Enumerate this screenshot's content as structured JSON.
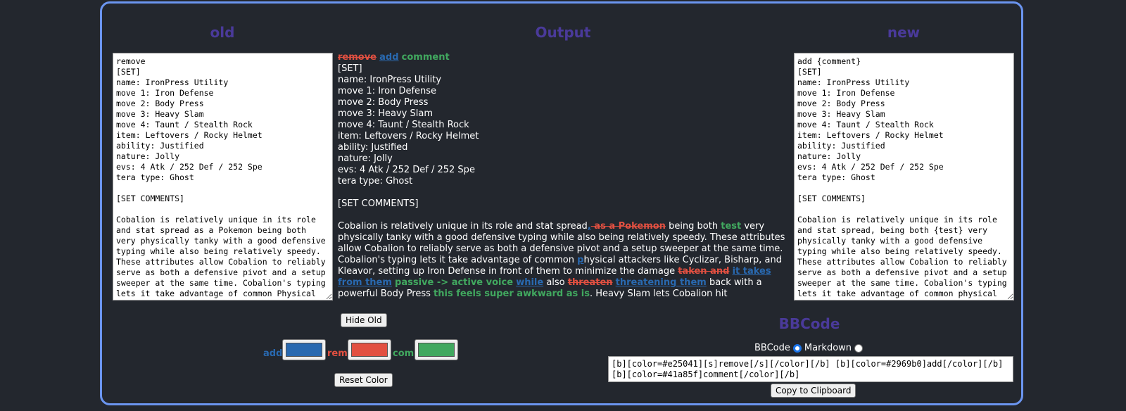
{
  "headings": {
    "old": "old",
    "output": "Output",
    "new": "new",
    "bbcode": "BBCode"
  },
  "old_text": "remove\n[SET]\nname: IronPress Utility\nmove 1: Iron Defense\nmove 2: Body Press\nmove 3: Heavy Slam\nmove 4: Taunt / Stealth Rock\nitem: Leftovers / Rocky Helmet\nability: Justified\nnature: Jolly\nevs: 4 Atk / 252 Def / 252 Spe\ntera type: Ghost\n\n[SET COMMENTS]\n\nCobalion is relatively unique in its role and stat spread as a Pokemon being both very physically tanky with a good defensive typing while also being relatively speedy. These attributes allow Cobalion to reliably serve as both a defensive pivot and a setup sweeper at the same time. Cobalion's typing lets it take advantage of common Physical",
  "new_text": "add {comment}\n[SET]\nname: IronPress Utility\nmove 1: Iron Defense\nmove 2: Body Press\nmove 3: Heavy Slam\nmove 4: Taunt / Stealth Rock\nitem: Leftovers / Rocky Helmet\nability: Justified\nnature: Jolly\nevs: 4 Atk / 252 Def / 252 Spe\ntera type: Ghost\n\n[SET COMMENTS]\n\nCobalion is relatively unique in its role and stat spread, being both {test} very physically tanky with a good defensive typing while also being relatively speedy. These attributes allow Cobalion to reliably serve as both a defensive pivot and a setup sweeper at the same time. Cobalion's typing lets it take advantage of common physical",
  "output": {
    "header": {
      "rem": "remove",
      "add": "add",
      "com": "comment"
    },
    "lines": [
      "[SET]",
      "name: IronPress Utility",
      "move 1: Iron Defense",
      "move 2: Body Press",
      "move 3: Heavy Slam",
      "move 4: Taunt / Stealth Rock",
      "item: Leftovers / Rocky Helmet",
      "ability: Justified",
      "nature: Jolly",
      "evs: 4 Atk / 252 Def / 252 Spe",
      "tera type: Ghost",
      "",
      "[SET COMMENTS]",
      ""
    ],
    "para": {
      "t1": "Cobalion is relatively unique in its role and stat spread",
      "a1": ",",
      "r1": " as a Pokemon",
      "t2": " being both ",
      "c1": "test",
      "t3": " very physically tanky with a good defensive typing while also being relatively speedy. These attributes allow Cobalion to reliably serve as both a defensive pivot and a setup sweeper at the same time. Cobalion's typing lets it take advantage of common ",
      "a2": "p",
      "t4": "hysical attackers like Cyclizar, Bisharp, and Kleavor, setting up Iron Defense in front of them to minimize the damage ",
      "r2": "taken and",
      "t5": " ",
      "a3": "it takes from them",
      "t6": " ",
      "c2": "passive -> active voice",
      "t7": " ",
      "a4": "while",
      "t8": " also ",
      "r3": "threaten",
      "t9": " ",
      "a5": "threatening them",
      "t10": " back with a powerful Body Press ",
      "c3": "this feels super awkward as is",
      "t11": ". Heavy Slam lets Cobalion hit"
    }
  },
  "buttons": {
    "hide_old": "Hide Old",
    "reset_color": "Reset Color",
    "copy": "Copy to Clipboard"
  },
  "swatches": {
    "add_label": "add",
    "rem_label": "rem",
    "com_label": "com",
    "add_color": "#2969b0",
    "rem_color": "#e25041",
    "com_color": "#41a85f"
  },
  "format": {
    "bbcode_label": "BBCode",
    "markdown_label": "Markdown",
    "selected": "BBCode"
  },
  "bbcode_text": "[b][color=#e25041][s]remove[/s][/color][/b] [b][color=#2969b0]add[/color][/b] [b][color=#41a85f]comment[/color][/b]"
}
